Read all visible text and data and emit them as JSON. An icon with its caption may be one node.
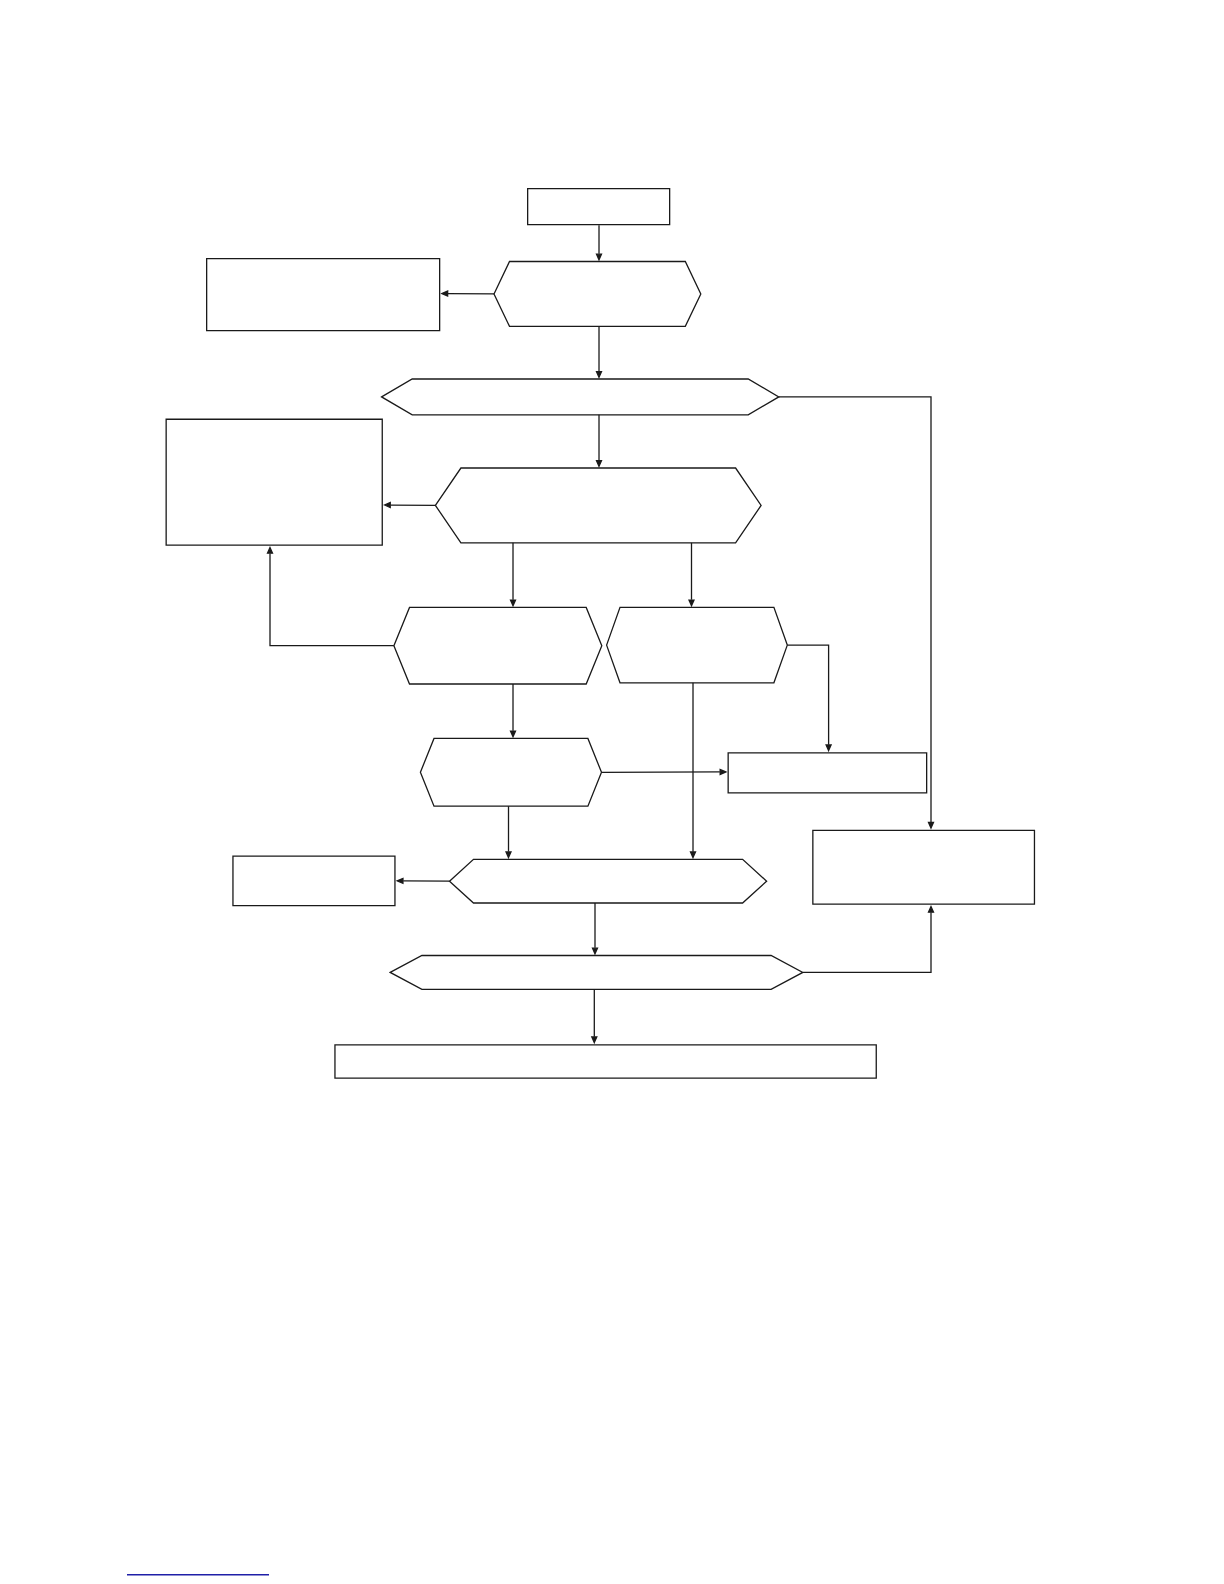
{
  "diagram": {
    "nodes": [
      {
        "text": [],
        "shape": "box"
      },
      {
        "text": [],
        "shape": "box"
      },
      {
        "text": [],
        "shape": "hexagon"
      },
      {
        "text": [],
        "shape": "hexagon"
      },
      {
        "text": [],
        "shape": "box"
      },
      {
        "text": [],
        "shape": "hexagon"
      },
      {
        "text": [],
        "shape": "hexagon"
      },
      {
        "text": [],
        "shape": "hexagon"
      },
      {
        "text": [],
        "shape": "hexagon"
      },
      {
        "text": [],
        "shape": "box"
      },
      {
        "text": [],
        "shape": "box"
      },
      {
        "text": [],
        "shape": "box"
      },
      {
        "text": [],
        "shape": "hexagon"
      },
      {
        "text": [],
        "shape": "hexagon"
      },
      {
        "text": [],
        "shape": "box"
      }
    ],
    "edges": [
      {
        "from": 0,
        "to": 2,
        "arrow": "to"
      },
      {
        "from": 2,
        "to": 1,
        "arrow": "to"
      },
      {
        "from": 2,
        "to": 3,
        "arrow": "to"
      },
      {
        "from": 3,
        "to": 5,
        "arrow": "to"
      },
      {
        "from": 3,
        "to": 10,
        "arrow": "to"
      },
      {
        "from": 5,
        "to": 4,
        "arrow": "to"
      },
      {
        "from": 5,
        "to": 6,
        "arrow": "to"
      },
      {
        "from": 5,
        "to": 7,
        "arrow": "to"
      },
      {
        "from": 6,
        "to": 4,
        "arrow": "to"
      },
      {
        "from": 6,
        "to": 8,
        "arrow": "to"
      },
      {
        "from": 7,
        "to": 9,
        "arrow": "to"
      },
      {
        "from": 8,
        "to": 9,
        "arrow": "to"
      },
      {
        "from": 8,
        "to": 12,
        "arrow": "to"
      },
      {
        "from": 7,
        "to": 12,
        "arrow": "to"
      },
      {
        "from": 12,
        "to": 11,
        "arrow": "to"
      },
      {
        "from": 12,
        "to": 13,
        "arrow": "to"
      },
      {
        "from": 13,
        "to": 14,
        "arrow": "to"
      },
      {
        "from": 13,
        "to": 10,
        "arrow": "to"
      }
    ]
  }
}
